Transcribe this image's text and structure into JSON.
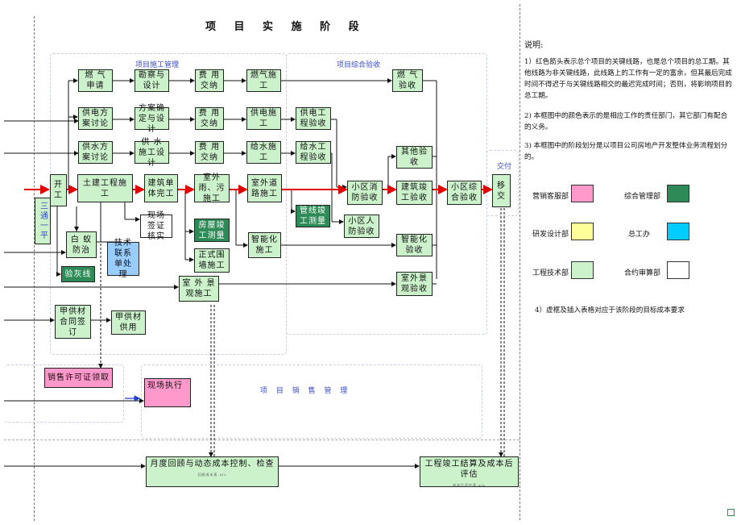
{
  "title": "项 目 实 施 阶 段",
  "regions": {
    "construction": "项目施工管理",
    "acceptance": "项目综合验收",
    "delivery": "交付",
    "sales": "项 目 销 售 管 理"
  },
  "nodes": {
    "gas_apply": "燃 气申请",
    "survey_design": "勘察与设计",
    "fee1": "费 用交纳",
    "gas_build": "燃气施工",
    "gas_accept": "燃 气验收",
    "power_plan": "供电方案讨论",
    "plan_confirm": "方案确定与设计",
    "fee2": "费 用交纳",
    "power_build": "供电施工",
    "power_accept": "供电工程验收",
    "water_plan": "供水方案讨论",
    "water_design": "供 水 施工设计",
    "fee3": "费 用交纳",
    "water_build": "给水施工",
    "water_accept": "给水工程验收",
    "other_accept": "其他验收",
    "start": "开工",
    "three_one": "三通一平",
    "civil": "土建工程施工",
    "unit_done": "建筑单体完工",
    "rain_sewage": "室外雨、污施工",
    "outdoor_road": "室外道路施工",
    "fire_accept": "小区消防验收",
    "building_accept": "建筑竣工验收",
    "community_accept": "小区综合验收",
    "handover": "移交",
    "visa": "现场签证核实",
    "pipe_survey": "管线竣工测量",
    "civil_defense": "小区人防验收",
    "house_survey": "房屋竣工测量",
    "termite": "白 蚁防治",
    "tech_form": "技术联系单处理",
    "smart_build": "智能化施工",
    "smart_accept": "智能化验收",
    "lime_line": "验灰线",
    "wall": "正式围墙施工",
    "landscape": "室 外 景观施工",
    "landscape_accept": "室外景观验收",
    "supply_contract": "甲供材合同签订",
    "supply": "甲供材供用",
    "sales_permit": "销售许可证领取",
    "onsite": "现场执行",
    "monthly_review": "月度回顾与动态成本控制、检查",
    "monthly_sub": "回顾成本表.xls",
    "settlement": "工程竣工结算及成本后评估",
    "settlement_sub": "成本后评估表.xls"
  },
  "notes": {
    "heading": "说明:",
    "n1": "1）红色箭头表示总个项目的关键线路，也是总个项目的总工期。其他线路为非关键线路，此线路上的工作有一定的富余，但其最后完成时间不得迟于与关键线路相交的最迟完成时间；否则，将影响项目的总工期。",
    "n2": "2) 本框图中的颜色表示的是相应工作的责任部门，其它部门有配合的义务。",
    "n3": "3) 本框图中的阶段划分是以项目公司房地产开发整体业务流程划分的。",
    "n4": "4）虚框及插入表格对应于该阶段的目标成本要求"
  },
  "legend": [
    {
      "label": "营销客服部",
      "color": "#ff99cc"
    },
    {
      "label": "综合管理部",
      "color": "#2e8b57"
    },
    {
      "label": "研发设计部",
      "color": "#ffff99"
    },
    {
      "label": "总工办",
      "color": "#00ccff"
    },
    {
      "label": "工程技术部",
      "color": "#ccf2cc"
    },
    {
      "label": "合约审算部",
      "color": "#ffffff"
    }
  ]
}
